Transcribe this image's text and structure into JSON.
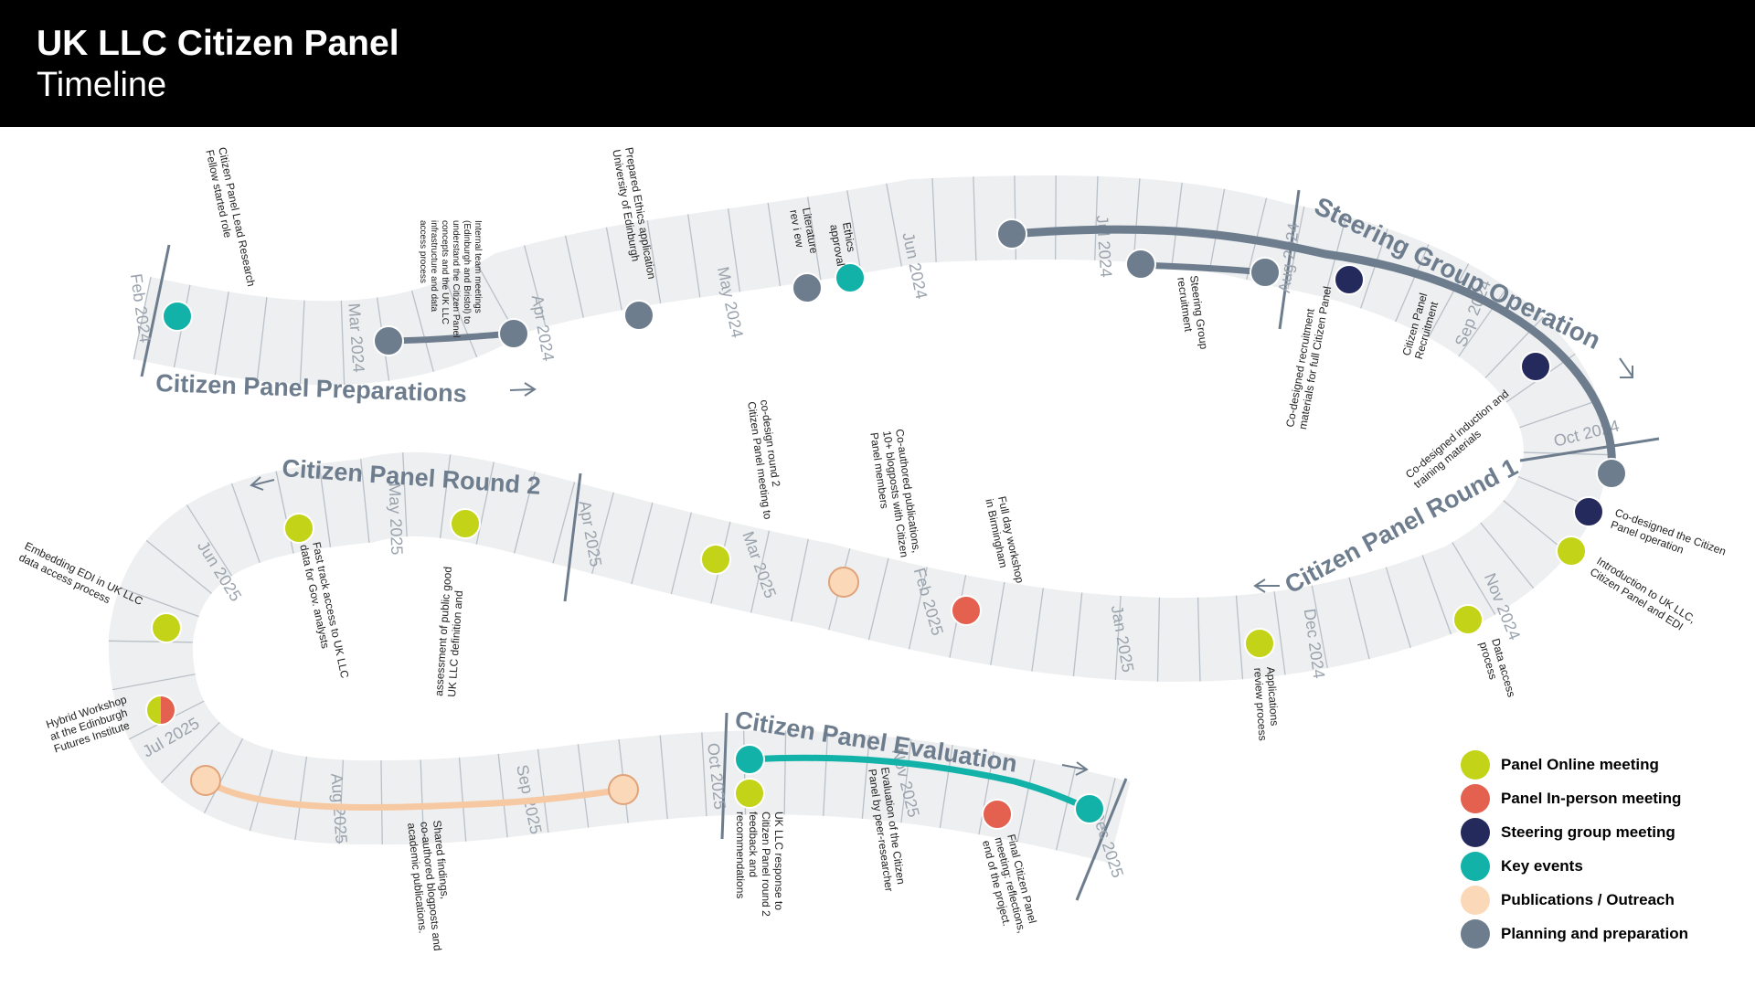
{
  "header": {
    "title": "UK LLC Citizen Panel",
    "subtitle": "Timeline"
  },
  "colors": {
    "online": "#c2d318",
    "inperson": "#e4604f",
    "steering": "#252a5c",
    "key": "#12b2a9",
    "publications": "#fbd9b8",
    "planning": "#6e7d8e",
    "track": "#eeeff0",
    "tick": "#9aa3ad",
    "header_bg": "#000000"
  },
  "sections": {
    "preparations": "Citizen Panel Preparations",
    "steering": "Steering Group Operation",
    "round1": "Citizen Panel Round 1",
    "round2": "Citizen Panel Round 2",
    "evaluation": "Citizen Panel Evaluation"
  },
  "months": {
    "feb2024": "Feb 2024",
    "mar2024": "Mar 2024",
    "apr2024": "Apr 2024",
    "may2024": "May 2024",
    "jun2024": "Jun 2024",
    "jul2024": "Jul 2024",
    "aug2024": "Aug 2024",
    "sep2024": "Sep 2024",
    "oct2024": "Oct 2024",
    "nov2024": "Nov 2024",
    "dec2024": "Dec 2024",
    "jan2025": "Jan 2025",
    "feb2025": "Feb 2025",
    "mar2025": "Mar 2025",
    "apr2025": "Apr 2025",
    "may2025": "May 2025",
    "jun2025": "Jun 2025",
    "jul2025": "Jul 2025",
    "aug2025": "Aug 2025",
    "sep2025": "Sep 2025",
    "oct2025": "Oct 2025",
    "nov2025": "Nov 2025",
    "dec2025": "Dec 2025"
  },
  "events": {
    "lead_fellow": [
      "Citizen Panel Lead Research",
      "Fellow started role"
    ],
    "internal_meetings": [
      "Internal team meetings",
      "(Edinburgh and Bristol) to",
      "understand the Citizen Panel",
      "concepts and the UK LLC",
      "infrastructure and data",
      "access process"
    ],
    "ethics_application": [
      "Prepared Ethics application",
      "University of Edinburgh"
    ],
    "literature_review": [
      "Literature",
      "rev i ew"
    ],
    "ethics_approval": [
      "Ethics",
      "approval"
    ],
    "steering_recruit": [
      "Steering Group",
      "recruitment"
    ],
    "codesigned_recruit": [
      "Co-designed recruitment",
      "materials for full Citizen Panel"
    ],
    "panel_recruit": [
      "Citizen Panel",
      "Recruitment"
    ],
    "induction": [
      "Co-designed induction and",
      "training materials"
    ],
    "codesign_operation": [
      "Co-designed the Citizen",
      "Panel operation"
    ],
    "intro_edi": [
      "Introduction to UK LLC,",
      "Citizen Panel and EDI"
    ],
    "data_access": [
      "Data access",
      "process"
    ],
    "applications_review": [
      "Applications",
      "review process"
    ],
    "workshop_birmingham": [
      "Full day workshop",
      "in Birmingham"
    ],
    "publications": [
      "Co-authored publications,",
      "10+ blogposts with Citizen",
      "Panel members"
    ],
    "codesign_round2": [
      "co-design round 2",
      "Citizen Panel meeting to"
    ],
    "public_good": [
      "assessment of public good",
      "UK LLC definition and"
    ],
    "fast_track": [
      "Fast track access to UK LLC",
      "data for Gov. analysts"
    ],
    "embedding_edi": [
      "Embedding EDI in UK LLC",
      "data access process"
    ],
    "hybrid_workshop": [
      "Hybrid Workshop",
      "at the Edinburgh",
      "Futures Institute"
    ],
    "shared_findings": [
      "Shared findings,",
      "co-authored blogposts and",
      "academic publications."
    ],
    "feedback": [
      "UK    LLC    response    to",
      "Citizen    Panel    round    2",
      "feedback                       and",
      "recommendations"
    ],
    "evaluation": [
      "Evaluation of the Citizen",
      "Panel by peer-researcher"
    ],
    "final_meeting": [
      "Final Citizen Panel",
      "meeting: reflections,",
      "end of the project."
    ]
  },
  "legend": [
    {
      "label": "Panel Online meeting",
      "color": "#c2d318"
    },
    {
      "label": "Panel In-person meeting",
      "color": "#e4604f"
    },
    {
      "label": "Steering group meeting",
      "color": "#252a5c"
    },
    {
      "label": "Key events",
      "color": "#12b2a9"
    },
    {
      "label": "Publications / Outreach",
      "color": "#fbd9b8"
    },
    {
      "label": "Planning and preparation",
      "color": "#6e7d8e"
    }
  ]
}
